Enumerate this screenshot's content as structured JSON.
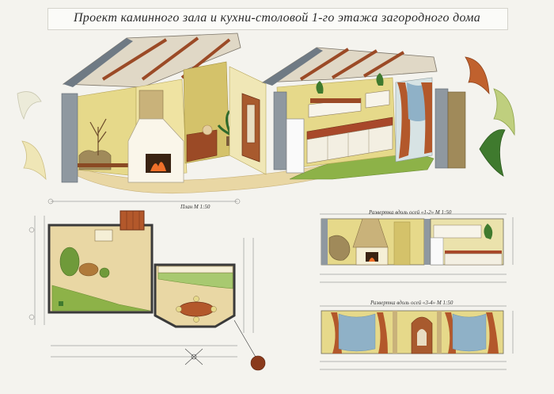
{
  "title": "Проект каминного зала и кухни-столовой 1-го этажа загородного дома",
  "labels": {
    "plan": "План М 1:50",
    "elevation_1_2": "Развертка вдоль осей «1-2» М 1:50",
    "elevation_3_4": "Развертка вдоль осей «3-4» М 1:50"
  },
  "colors": {
    "board": "#f4f3ee",
    "wall_yellow": "#e6d98a",
    "floor_sand": "#e9d7a4",
    "wood_brown": "#9b4a26",
    "stone": "#a08a5a",
    "green": "#7fa040",
    "curtain_blue": "#8fb1c7",
    "roof_grey": "#6f7a84",
    "accent_terracotta": "#b3582b"
  }
}
